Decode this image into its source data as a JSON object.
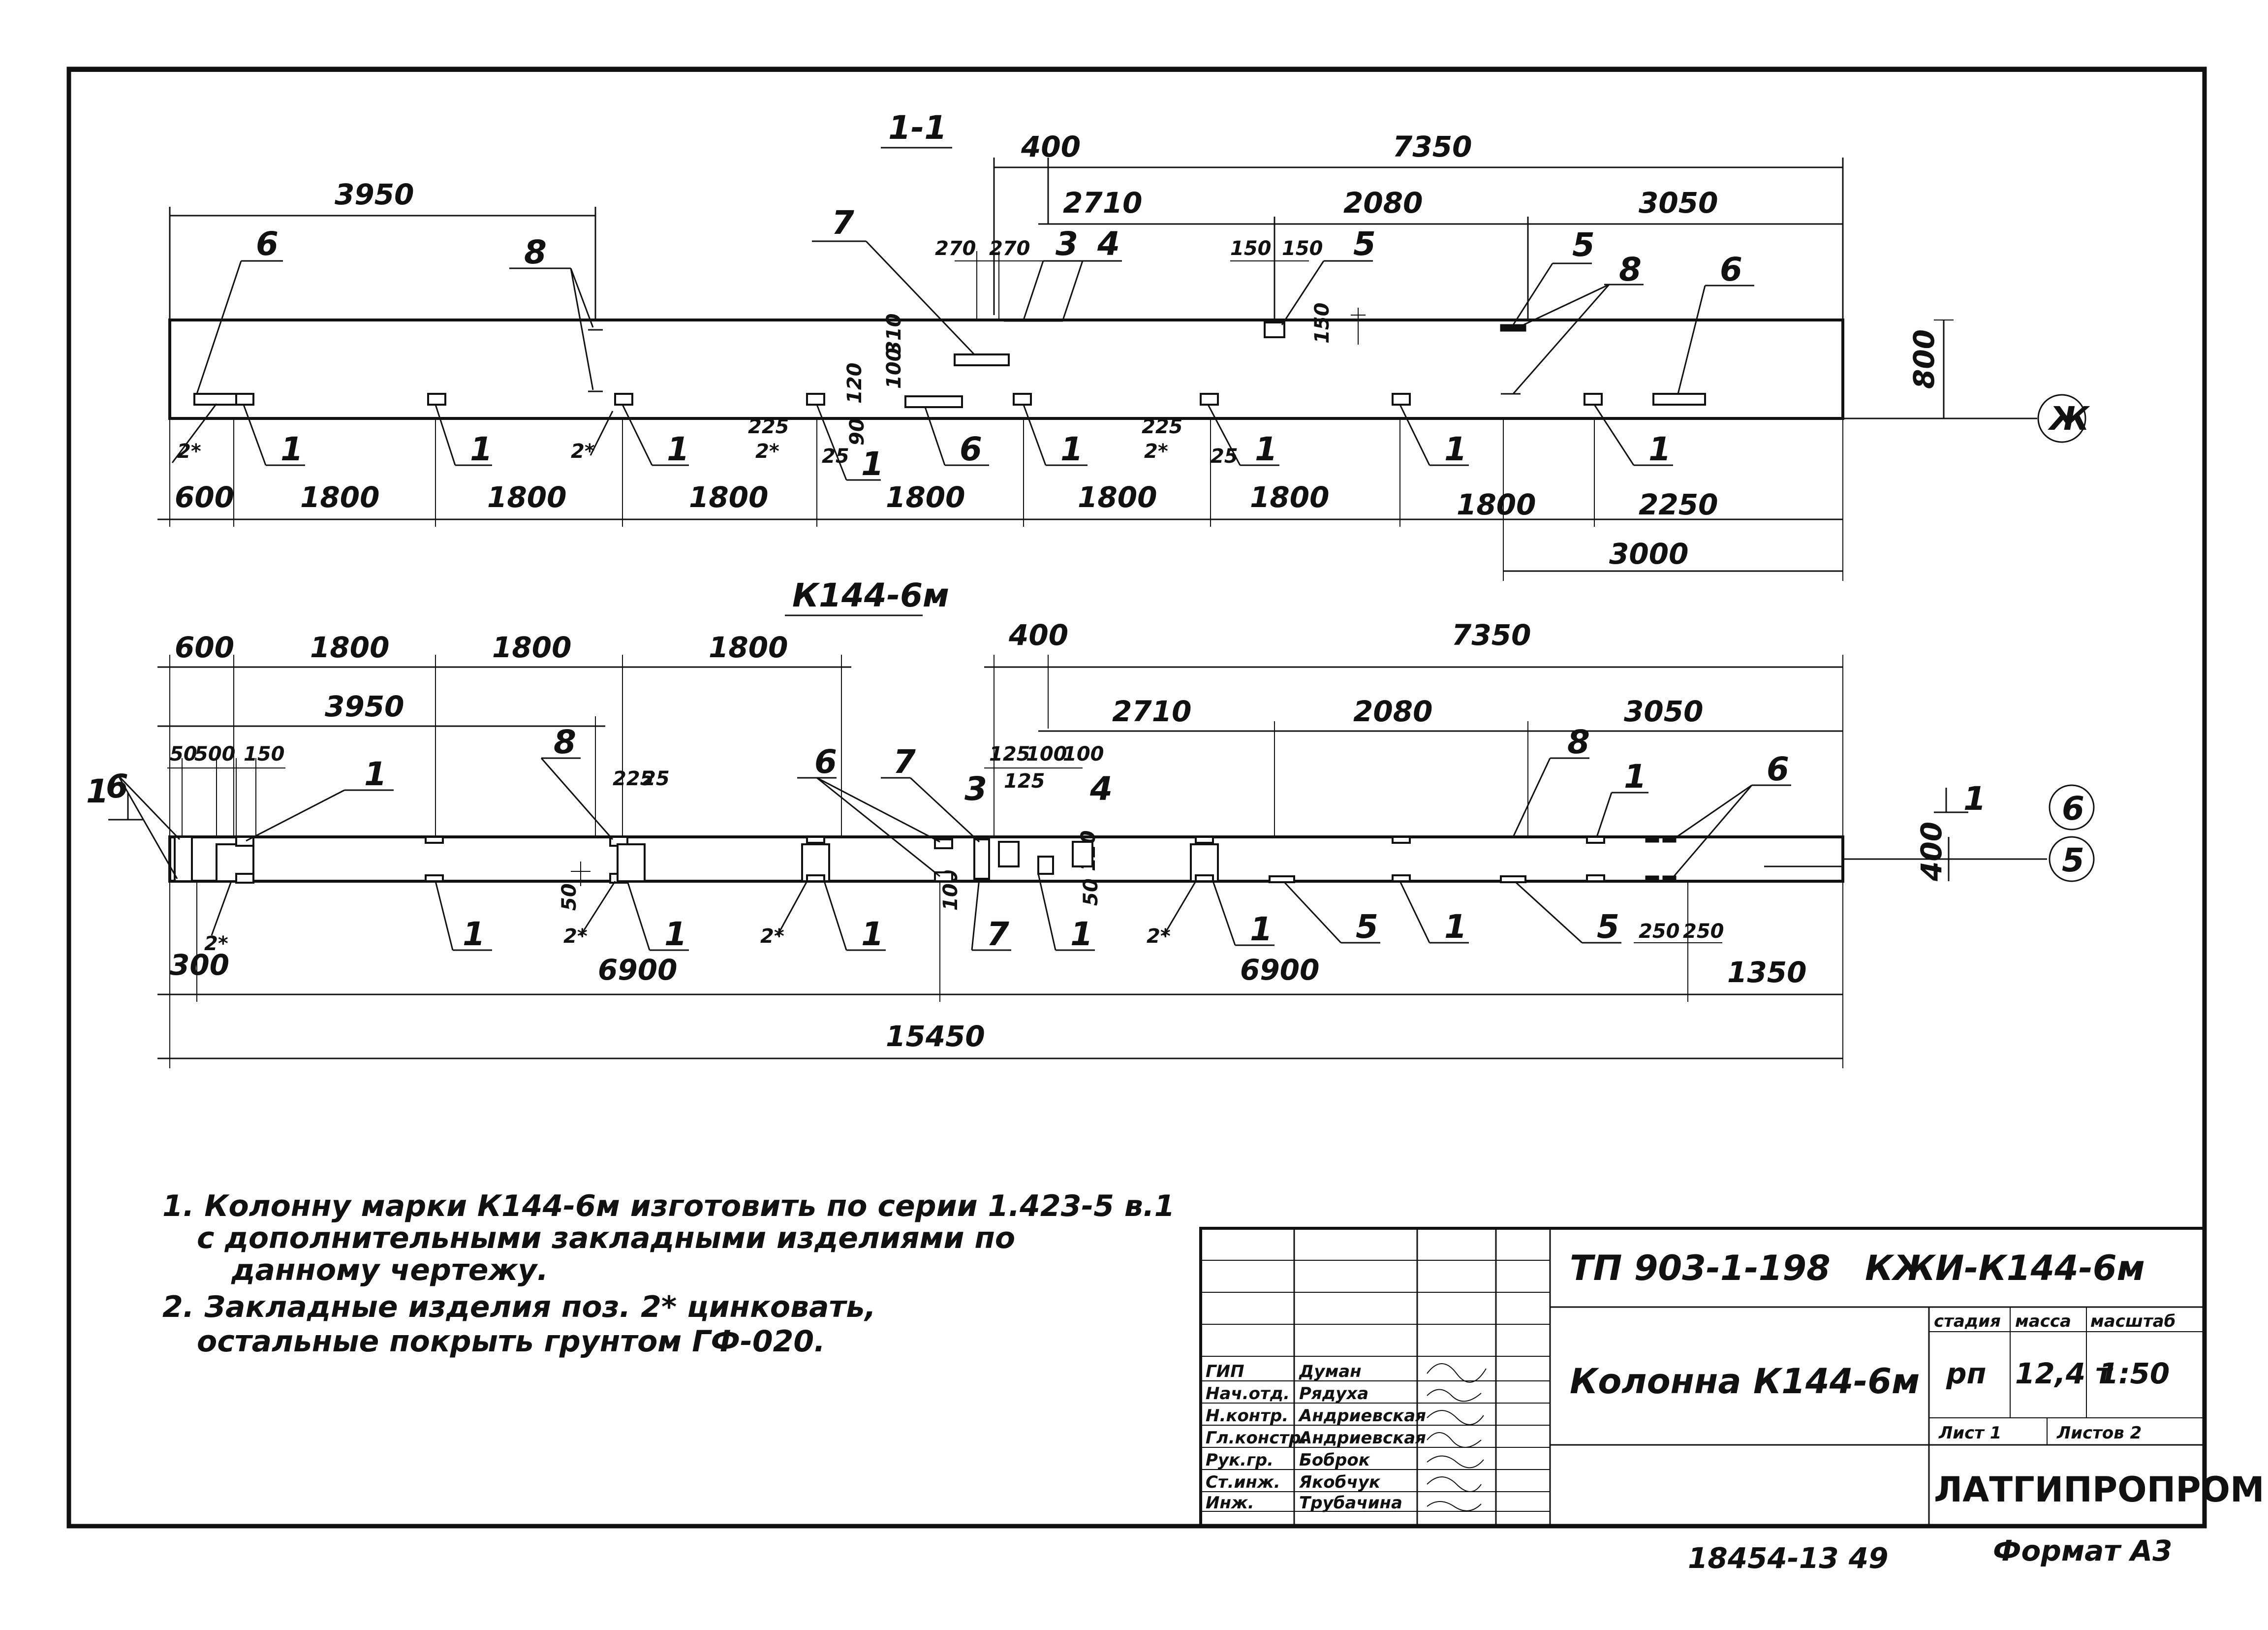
{
  "section_1_1": {
    "title": "1-1",
    "dims_top": {
      "d3950": "3950",
      "d400": "400",
      "d7350": "7350",
      "d2710": "2710",
      "d2080": "2080",
      "d3050": "3050"
    },
    "dims_small": {
      "a270": "270",
      "b270": "270",
      "c150": "150",
      "d150": "150",
      "e150": "150",
      "f800": "800",
      "g310": "310",
      "h100": "100",
      "i120": "120",
      "j90": "90",
      "k225": "225",
      "l25": "25",
      "m225": "225",
      "n25": "25"
    },
    "dims_bottom": [
      "600",
      "1800",
      "1800",
      "1800",
      "1800",
      "1800",
      "1800",
      "1800",
      "2250"
    ],
    "d3000": "3000",
    "axis": "Ж",
    "pos": {
      "p6a": "6",
      "p8a": "8",
      "p7": "7",
      "p3": "3",
      "p4": "4",
      "p5a": "5",
      "p5b": "5",
      "p8b": "8",
      "p6b": "6",
      "p2a": "2*",
      "p1a": "1",
      "p1b": "1",
      "p2b": "2*",
      "p1c": "1",
      "p2c": "2*",
      "p1d": "1",
      "p6c": "6",
      "p1e": "1",
      "p2d": "2*",
      "p1f": "1",
      "p1g": "1",
      "p1h": "1"
    }
  },
  "plan_k144": {
    "title": "К144-6м",
    "dims_top": {
      "d600": "600",
      "d1800a": "1800",
      "d1800b": "1800",
      "d1800c": "1800",
      "d400": "400",
      "d7350": "7350",
      "d3950": "3950",
      "d2710": "2710",
      "d2080": "2080",
      "d3050": "3050"
    },
    "dims_small": {
      "s50": "50",
      "s500": "500",
      "s150": "150",
      "s225": "225",
      "s25": "25",
      "s125": "125",
      "s100a": "100",
      "s100b": "100",
      "s125b": "125",
      "s50b": "50",
      "s400": "400",
      "s100c": "100",
      "s120": "120",
      "s50c": "50",
      "s250": "250",
      "s250b": "250"
    },
    "dims_bottom": {
      "d300": "300",
      "d6900a": "6900",
      "d6900b": "6900",
      "d1350": "1350",
      "d15450": "15450"
    },
    "axis_5": "5",
    "axis_6": "6",
    "cut_left": "1",
    "cut_right": "1",
    "pos": {
      "p6a": "6",
      "p1a": "1",
      "p8a": "8",
      "p6b": "6",
      "p7a": "7",
      "p3": "3",
      "p4": "4",
      "p8b": "8",
      "p1b": "1",
      "p6c": "6",
      "p2a": "2*",
      "p1c": "1",
      "p2b": "2*",
      "p1d": "1",
      "p2c": "2*",
      "p1e": "1",
      "p7b": "7",
      "p1f": "1",
      "p2d": "2*",
      "p1g": "1",
      "p5a": "5",
      "p1h": "1",
      "p5b": "5"
    }
  },
  "notes": [
    "1. Колонну марки К144-6м изготовить по серии 1.423-5 в.1",
    "с дополнительными закладными изделиями по",
    "данному чертежу.",
    "2. Закладные изделия поз. 2* цинковать,",
    "остальные покрыть грунтом ГФ-020."
  ],
  "title_block": {
    "code": "ТП 903-1-198",
    "mark": "КЖИ-К144-6м",
    "name": "Колонна К144-6м",
    "roles": [
      "ГИП",
      "Нач.отд.",
      "Н.контр.",
      "Гл.констр.",
      "Рук.гр.",
      "Ст.инж.",
      "Инж."
    ],
    "persons": [
      "Думан",
      "Рядуха",
      "Андриевская",
      "Андриевская",
      "Боброк",
      "Якобчук",
      "Трубачина"
    ],
    "stage_label": "стадия",
    "mass_label": "масса",
    "scale_label": "масштаб",
    "stage": "рп",
    "mass": "12,4 т",
    "scale": "1:50",
    "sheet": "Лист 1",
    "sheets": "Листов 2",
    "org": "ЛАТГИПРОПРОМ"
  },
  "footer": {
    "inv": "18454-13  49",
    "format": "Формат А3"
  }
}
